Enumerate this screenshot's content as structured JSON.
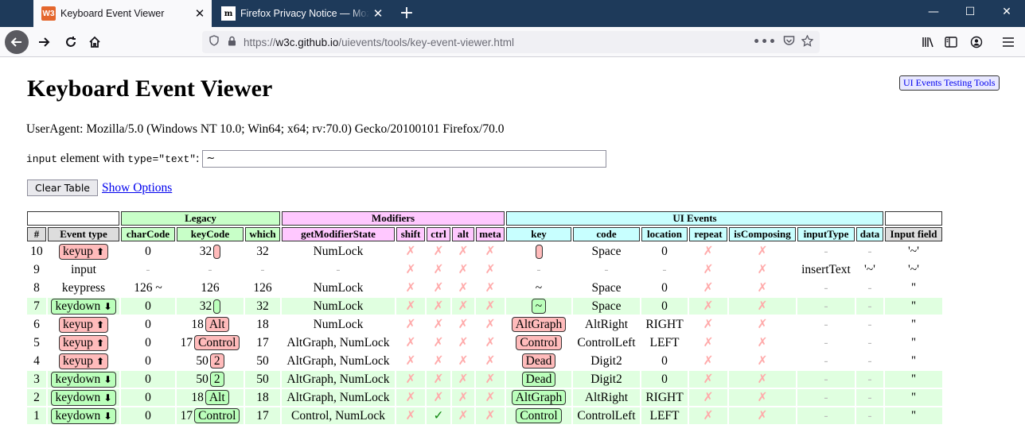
{
  "browser": {
    "tabs": [
      {
        "title": "Keyboard Event Viewer",
        "favicon": "W3",
        "active": true
      },
      {
        "title": "Firefox Privacy Notice — Mozilla",
        "favicon": "m",
        "active": false
      }
    ],
    "new_tab": "+",
    "url_scheme": "https://",
    "url_host": "w3c.github.io",
    "url_path": "/uievents/tools/key-event-viewer.html",
    "window_controls": {
      "minimize": "—",
      "maximize": "☐",
      "close": "✕"
    }
  },
  "page": {
    "title": "Keyboard Event Viewer",
    "tools_link": "UI Events Testing Tools",
    "user_agent": "UserAgent: Mozilla/5.0 (Windows NT 10.0; Win64; x64; rv:70.0) Gecko/20100101 Firefox/70.0",
    "input_label_code1": "input",
    "input_label_mid": " element with ",
    "input_label_code2": "type=\"text\"",
    "input_label_colon": ":",
    "input_value": "~",
    "clear_button": "Clear Table",
    "show_options": "Show Options"
  },
  "table": {
    "groups": {
      "legacy": "Legacy",
      "modifiers": "Modifiers",
      "ui": "UI Events"
    },
    "headers": [
      "#",
      "Event type",
      "charCode",
      "keyCode",
      "which",
      "getModifierState",
      "shift",
      "ctrl",
      "alt",
      "meta",
      "key",
      "code",
      "location",
      "repeat",
      "isComposing",
      "inputType",
      "data",
      "Input field"
    ],
    "rows": [
      {
        "n": "10",
        "type": "keyup",
        "dir": "up",
        "charCode": "0",
        "keyCode": "32",
        "keyCodePill": " ",
        "which": "32",
        "mods": "NumLock",
        "shift": "✗",
        "ctrl": "✗",
        "alt": "✗",
        "meta": "✗",
        "key": " ",
        "keyPill": true,
        "code": "Space",
        "location": "0",
        "repeat": "✗",
        "isComposing": "✗",
        "inputType": "-",
        "data": "-",
        "field": "'~'"
      },
      {
        "n": "9",
        "type": "input",
        "dir": "",
        "charCode": "-",
        "keyCode": "-",
        "keyCodePill": "",
        "which": "-",
        "mods": "-",
        "shift": "✗",
        "ctrl": "✗",
        "alt": "✗",
        "meta": "✗",
        "key": "-",
        "keyPill": false,
        "code": "-",
        "location": "-",
        "repeat": "✗",
        "isComposing": "✗",
        "inputType": "insertText",
        "data": "'~'",
        "field": "'~'"
      },
      {
        "n": "8",
        "type": "keypress",
        "dir": "",
        "charCode": "126 ~",
        "keyCode": "126",
        "keyCodePill": "",
        "which": "126",
        "mods": "NumLock",
        "shift": "✗",
        "ctrl": "✗",
        "alt": "✗",
        "meta": "✗",
        "key": "~",
        "keyPill": false,
        "code": "Space",
        "location": "0",
        "repeat": "✗",
        "isComposing": "✗",
        "inputType": "-",
        "data": "-",
        "field": "''"
      },
      {
        "n": "7",
        "type": "keydown",
        "dir": "down",
        "charCode": "0",
        "keyCode": "32",
        "keyCodePill": " ",
        "which": "32",
        "mods": "NumLock",
        "shift": "✗",
        "ctrl": "✗",
        "alt": "✗",
        "meta": "✗",
        "key": "~",
        "keyPill": true,
        "code": "Space",
        "location": "0",
        "repeat": "✗",
        "isComposing": "✗",
        "inputType": "-",
        "data": "-",
        "field": "''"
      },
      {
        "n": "6",
        "type": "keyup",
        "dir": "up",
        "charCode": "0",
        "keyCode": "18",
        "keyCodePill": "Alt",
        "which": "18",
        "mods": "NumLock",
        "shift": "✗",
        "ctrl": "✗",
        "alt": "✗",
        "meta": "✗",
        "key": "AltGraph",
        "keyPill": true,
        "code": "AltRight",
        "location": "RIGHT",
        "repeat": "✗",
        "isComposing": "✗",
        "inputType": "-",
        "data": "-",
        "field": "''"
      },
      {
        "n": "5",
        "type": "keyup",
        "dir": "up",
        "charCode": "0",
        "keyCode": "17",
        "keyCodePill": "Control",
        "which": "17",
        "mods": "AltGraph, NumLock",
        "shift": "✗",
        "ctrl": "✗",
        "alt": "✗",
        "meta": "✗",
        "key": "Control",
        "keyPill": true,
        "code": "ControlLeft",
        "location": "LEFT",
        "repeat": "✗",
        "isComposing": "✗",
        "inputType": "-",
        "data": "-",
        "field": "''"
      },
      {
        "n": "4",
        "type": "keyup",
        "dir": "up",
        "charCode": "0",
        "keyCode": "50",
        "keyCodePill": "2",
        "which": "50",
        "mods": "AltGraph, NumLock",
        "shift": "✗",
        "ctrl": "✗",
        "alt": "✗",
        "meta": "✗",
        "key": "Dead",
        "keyPill": true,
        "code": "Digit2",
        "location": "0",
        "repeat": "✗",
        "isComposing": "✗",
        "inputType": "-",
        "data": "-",
        "field": "''"
      },
      {
        "n": "3",
        "type": "keydown",
        "dir": "down",
        "charCode": "0",
        "keyCode": "50",
        "keyCodePill": "2",
        "which": "50",
        "mods": "AltGraph, NumLock",
        "shift": "✗",
        "ctrl": "✗",
        "alt": "✗",
        "meta": "✗",
        "key": "Dead",
        "keyPill": true,
        "code": "Digit2",
        "location": "0",
        "repeat": "✗",
        "isComposing": "✗",
        "inputType": "-",
        "data": "-",
        "field": "''"
      },
      {
        "n": "2",
        "type": "keydown",
        "dir": "down",
        "charCode": "0",
        "keyCode": "18",
        "keyCodePill": "Alt",
        "which": "18",
        "mods": "AltGraph, NumLock",
        "shift": "✗",
        "ctrl": "✗",
        "alt": "✗",
        "meta": "✗",
        "key": "AltGraph",
        "keyPill": true,
        "code": "AltRight",
        "location": "RIGHT",
        "repeat": "✗",
        "isComposing": "✗",
        "inputType": "-",
        "data": "-",
        "field": "''"
      },
      {
        "n": "1",
        "type": "keydown",
        "dir": "down",
        "charCode": "0",
        "keyCode": "17",
        "keyCodePill": "Control",
        "which": "17",
        "mods": "Control, NumLock",
        "shift": "✗",
        "ctrl": "✓",
        "alt": "✗",
        "meta": "✗",
        "key": "Control",
        "keyPill": true,
        "code": "ControlLeft",
        "location": "LEFT",
        "repeat": "✗",
        "isComposing": "✗",
        "inputType": "-",
        "data": "-",
        "field": "''"
      }
    ]
  },
  "colors": {
    "keyup": "#ffbbbb",
    "keydown": "#bbffbb",
    "legacy": "#c8ffc8",
    "modifiers": "#ffc8ff",
    "ui": "#c8ffff"
  }
}
